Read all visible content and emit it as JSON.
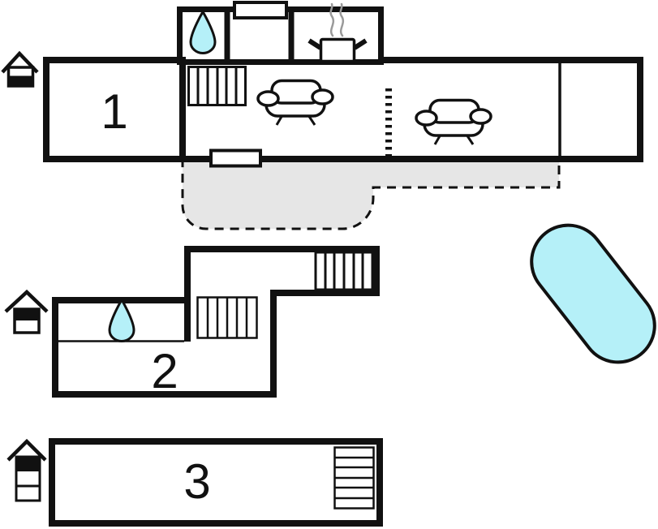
{
  "diagram": {
    "type": "holiday-home floor plan",
    "section_count": "3"
  },
  "floors": [
    {
      "label": "1",
      "level_icon": "house-level-icon-bottom-filled",
      "features": [
        "bathroom water drop",
        "staircase",
        "top window",
        "kitchen stove with steam",
        "sofa",
        "sofa",
        "dashed room divider",
        "bottom window",
        "terrace dashed outline"
      ]
    },
    {
      "label": "2",
      "level_icon": "house-level-icon-top-filled",
      "features": [
        "bathroom water drop",
        "staircase",
        "staircase"
      ]
    },
    {
      "label": "3",
      "level_icon": "house-level-icon-third-top-filled",
      "features": [
        "staircase"
      ]
    }
  ],
  "pool": {
    "present": true,
    "shape": "rounded capsule, rotated"
  },
  "colors": {
    "wall": "#111111",
    "water": "#b5f0f8",
    "terrace": "#e6e6e6",
    "steam": "#9a9a9a",
    "paper": "#ffffff"
  }
}
